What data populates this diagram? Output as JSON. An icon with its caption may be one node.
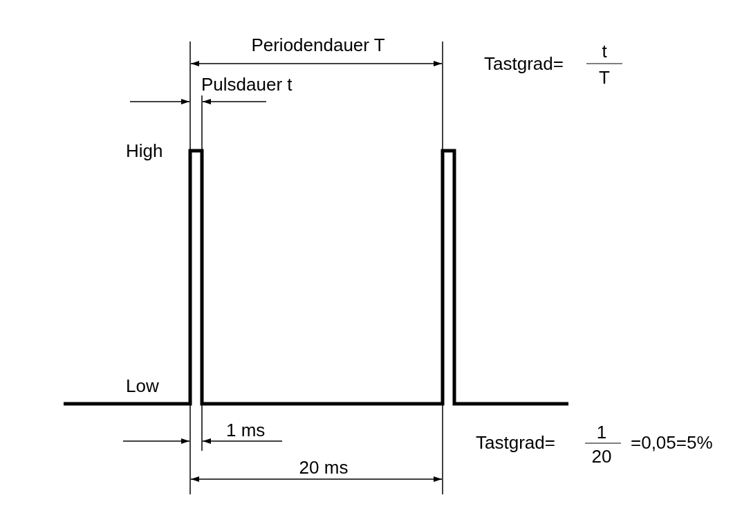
{
  "diagram": {
    "labels": [
      "Periodendauer T",
      "Tastgrad=",
      "t",
      "T",
      "Pulsdauer t",
      "High",
      "Low",
      "1 ms",
      "Tastgrad=",
      "1",
      "=0,05=5%",
      "20",
      "20 ms"
    ]
  }
}
